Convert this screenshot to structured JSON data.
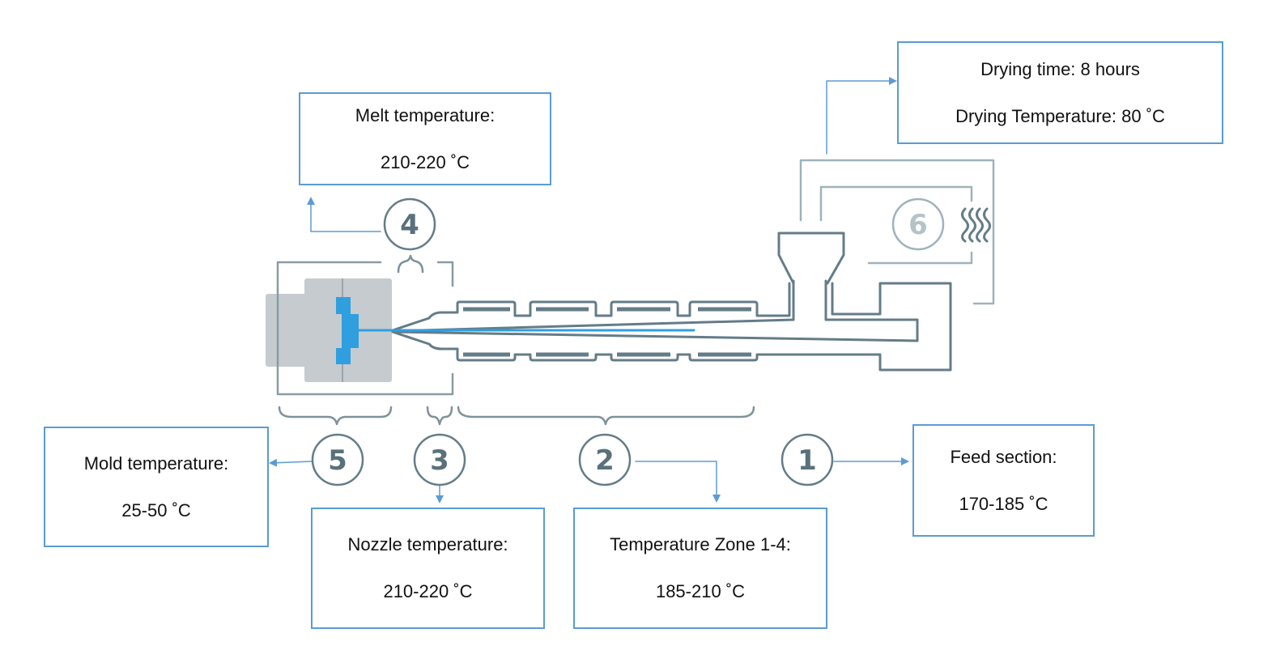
{
  "colors": {
    "box_border": "#5b9bd5",
    "machine": "#647c88",
    "mold_fill": "#c5cbcf",
    "melt": "#2f9fe0",
    "dryer": "#9fb2bb"
  },
  "callouts": {
    "melt": {
      "line1": "Melt temperature:",
      "line2": "210-220 ˚C"
    },
    "drying": {
      "line1": "Drying time: 8 hours",
      "line2": "Drying Temperature: 80 ˚C"
    },
    "mold": {
      "line1": "Mold temperature:",
      "line2": "25-50 ˚C"
    },
    "nozzle": {
      "line1": "Nozzle temperature:",
      "line2": "210-220 ˚C"
    },
    "zone": {
      "line1": "Temperature Zone 1-4:",
      "line2": "185-210 ˚C"
    },
    "feed": {
      "line1": "Feed section:",
      "line2": "170-185 ˚C"
    }
  },
  "markers": {
    "m1": "1",
    "m2": "2",
    "m3": "3",
    "m4": "4",
    "m5": "5",
    "m6": "6"
  },
  "icons": {
    "heat": "heat-waves-icon"
  }
}
